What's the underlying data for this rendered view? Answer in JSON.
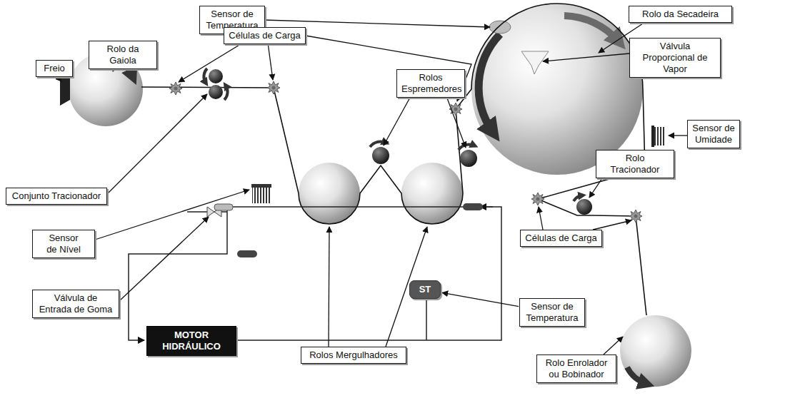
{
  "diagram": {
    "nodes": [
      {
        "text": [
          "Sensor de Temperatura"
        ]
      },
      {
        "text": [
          "Rolo da Secadeira"
        ]
      },
      {
        "text": [
          "Células de Carga"
        ]
      },
      {
        "text": [
          "Válvula Proporcional de Vapor"
        ]
      },
      {
        "text": [
          "Rolo da Gaiola"
        ]
      },
      {
        "text": [
          "Freio"
        ]
      },
      {
        "text": [
          "Rolos Espremedores"
        ]
      },
      {
        "text": [
          "Sensor de Umidade"
        ]
      },
      {
        "text": [
          "Rolo Tracionador"
        ]
      },
      {
        "text": [
          "Conjunto Tracionador"
        ]
      },
      {
        "text": [
          "Sensor de Nível"
        ]
      },
      {
        "text": [
          "Células de Carga"
        ]
      },
      {
        "text": [
          "ST"
        ]
      },
      {
        "text": [
          "Válvula de Entrada de Goma"
        ]
      },
      {
        "text": [
          "Sensor de Temperatura"
        ]
      },
      {
        "text": [
          "MOTOR HIDRÁULICO"
        ]
      },
      {
        "text": [
          "Rolos Mergulhadores"
        ]
      },
      {
        "text": [
          "Rolo Enrolador ou Bobinador"
        ]
      }
    ],
    "edges": [
      {
        "from": 14,
        "to": 12,
        "arrow": "to"
      }
    ]
  }
}
